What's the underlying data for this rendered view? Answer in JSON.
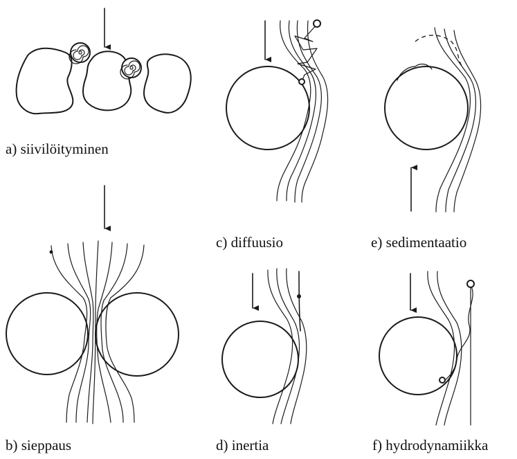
{
  "labels": {
    "a": "a) siivilöityminen",
    "b": "b) sieppaus",
    "c": "c) diffuusio",
    "d": "d) inertia",
    "e": "e) sedimentaatio",
    "f": "f) hydrodynamiikka"
  }
}
